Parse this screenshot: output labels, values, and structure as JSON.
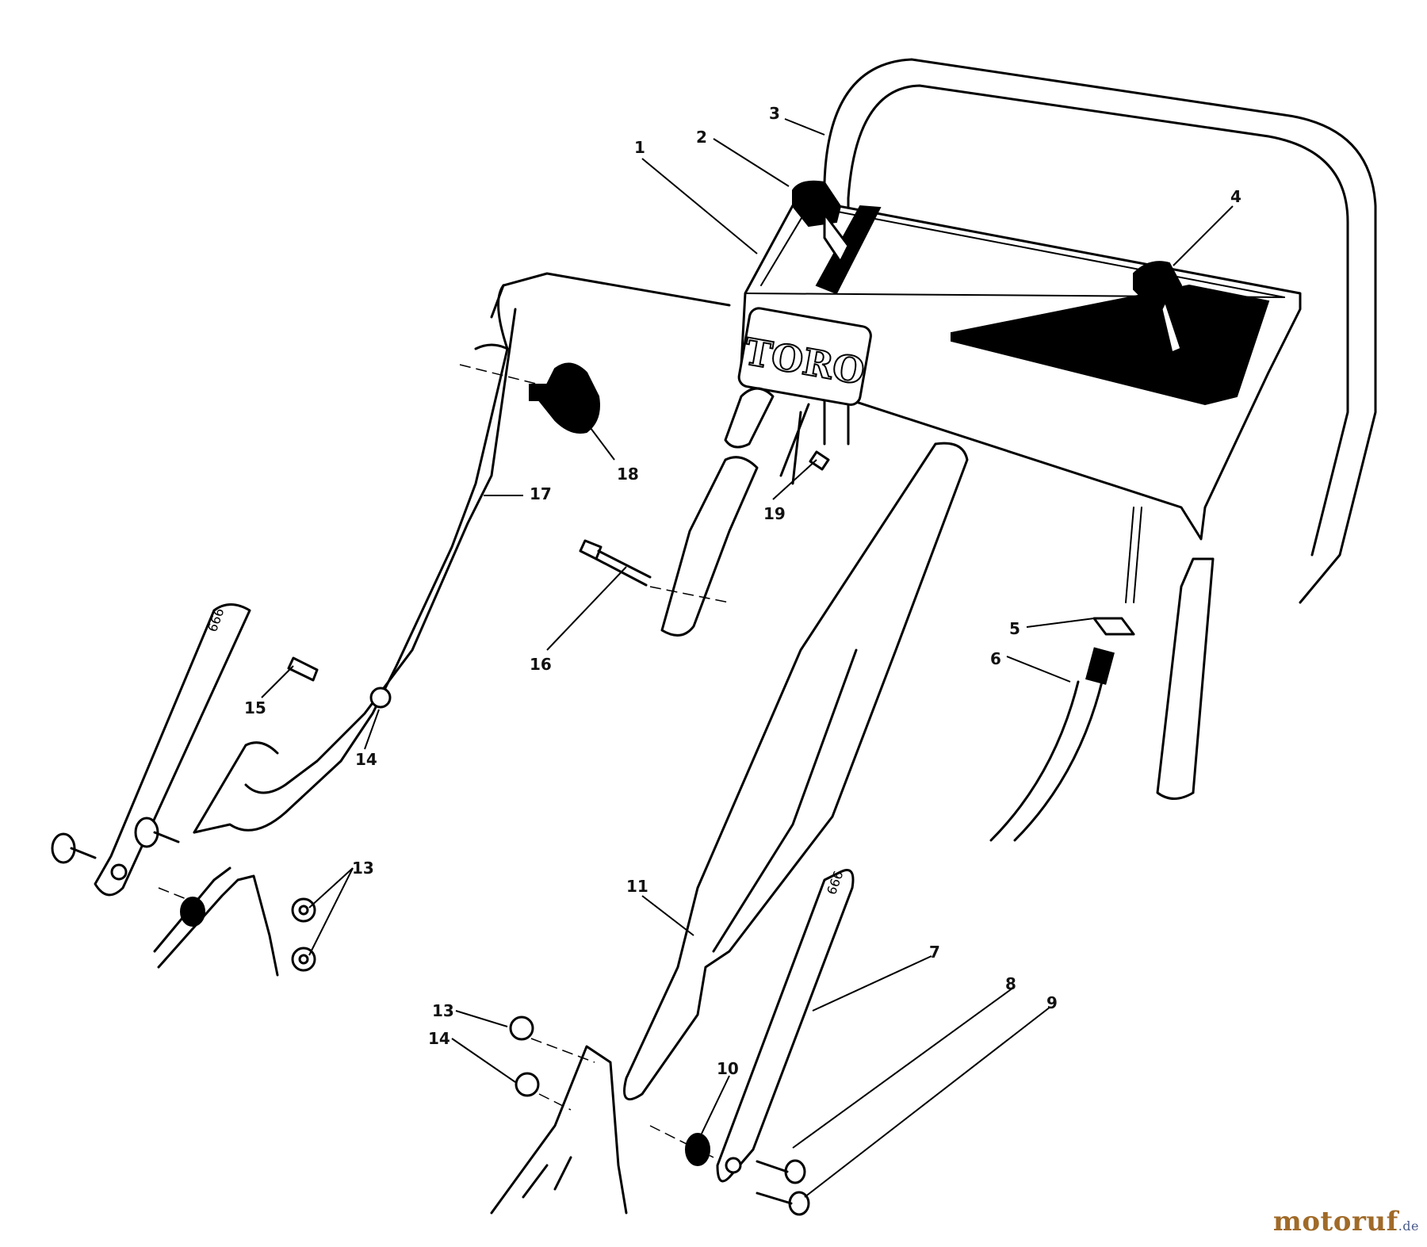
{
  "diagram": {
    "brand_plate": "TORO",
    "callouts": [
      {
        "id": "c1",
        "label": "1"
      },
      {
        "id": "c2",
        "label": "2"
      },
      {
        "id": "c3",
        "label": "3"
      },
      {
        "id": "c4",
        "label": "4"
      },
      {
        "id": "c5",
        "label": "5"
      },
      {
        "id": "c6",
        "label": "6"
      },
      {
        "id": "c7",
        "label": "7"
      },
      {
        "id": "c8",
        "label": "8"
      },
      {
        "id": "c9",
        "label": "9"
      },
      {
        "id": "c10",
        "label": "10"
      },
      {
        "id": "c11",
        "label": "11"
      },
      {
        "id": "c13a",
        "label": "13"
      },
      {
        "id": "c13b",
        "label": "13"
      },
      {
        "id": "c14a",
        "label": "14"
      },
      {
        "id": "c14b",
        "label": "14"
      },
      {
        "id": "c15",
        "label": "15"
      },
      {
        "id": "c16",
        "label": "16"
      },
      {
        "id": "c17",
        "label": "17"
      },
      {
        "id": "c18",
        "label": "18"
      },
      {
        "id": "c19",
        "label": "19"
      }
    ]
  },
  "watermark": {
    "main": "motoruf",
    "tld": ".de",
    "color": "#a06a28"
  }
}
